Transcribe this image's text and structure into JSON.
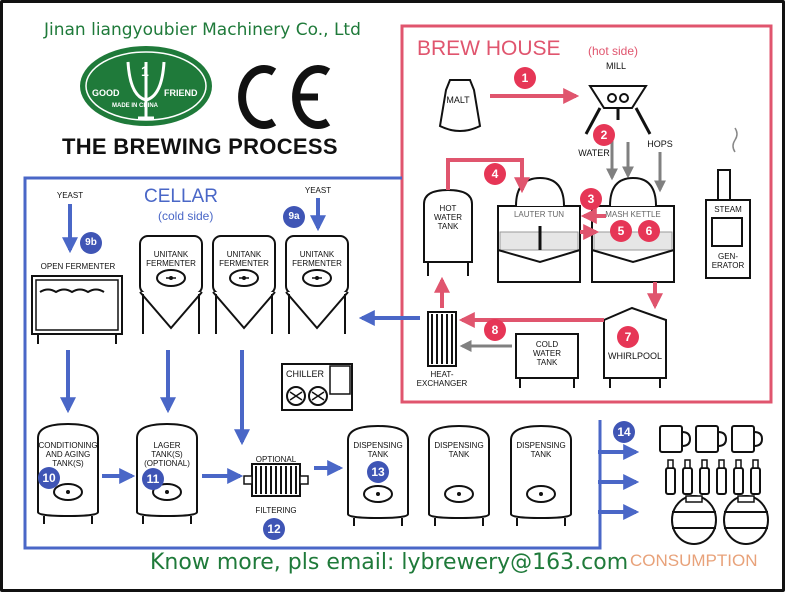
{
  "company": "Jinan liangyoubier Machinery Co., Ltd",
  "logo": {
    "top": "GOOD",
    "right": "FRIEND",
    "bottom": "MADE IN CHINA",
    "numeral": "1"
  },
  "ce_mark": "CE",
  "title": "THE BREWING PROCESS",
  "brew_house": {
    "title": "BREW HOUSE",
    "subtitle": "(hot side)"
  },
  "cellar": {
    "title": "CELLAR",
    "subtitle": "(cold side)"
  },
  "labels": {
    "malt": "MALT",
    "mill": "MILL",
    "water": "WATER",
    "hops": "HOPS",
    "steam": "STEAM",
    "generator": "GEN-ERATOR",
    "hot_water_tank": "HOT WATER TANK",
    "lauter_tun": "LAUTER TUN",
    "mash_kettle": "MASH KETTLE",
    "whirlpool": "WHIRLPOOL",
    "cold_water_tank": "COLD WATER TANK",
    "heat_exchanger": "HEAT-EXCHANGER",
    "yeast_left": "YEAST",
    "yeast_right": "YEAST",
    "open_fermenter": "OPEN FERMENTER",
    "unitank_1": "UNITANK FERMENTER",
    "unitank_2": "UNITANK FERMENTER",
    "unitank_3": "UNITANK FERMENTER",
    "chiller": "CHILLER",
    "conditioning": "CONDITIONING AND AGING TANK(S)",
    "lager": "LAGER TANK(S) (OPTIONAL)",
    "optional": "OPTIONAL",
    "filtering": "FILTERING",
    "dispensing_1": "DISPENSING TANK",
    "dispensing_2": "DISPENSING TANK",
    "dispensing_3": "DISPENSING TANK"
  },
  "consumption": "CONSUMPTION",
  "badges": [
    "1",
    "2",
    "3",
    "4",
    "5",
    "6",
    "7",
    "8",
    "9a",
    "9b",
    "10",
    "11",
    "12",
    "13",
    "14"
  ],
  "footer": "Know more, pls email: lybrewery@163.com",
  "colors": {
    "hot_side": "#e0556e",
    "cold_side": "#4a67c7",
    "badge_red": "#e63656",
    "badge_blue": "#3f55b5",
    "green": "#1f7a3a",
    "gray_arrow": "#808080"
  }
}
